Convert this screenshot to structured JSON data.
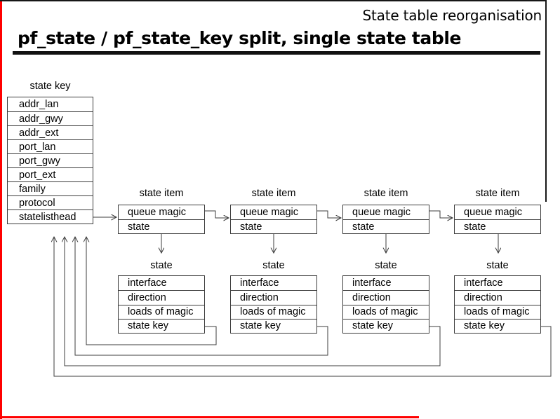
{
  "slide": {
    "corner_title": "State table reorganisation",
    "title": "pf_state / pf_state_key split, single state table"
  },
  "diagram": {
    "state_key": {
      "label": "state key",
      "rows": [
        "addr_lan",
        "addr_gwy",
        "addr_ext",
        "port_lan",
        "port_gwy",
        "port_ext",
        "family",
        "protocol",
        "statelisthead"
      ]
    },
    "state_items": {
      "label": "state item",
      "rows": [
        "queue magic",
        "state"
      ]
    },
    "states": {
      "label": "state",
      "rows": [
        "interface",
        "direction",
        "loads of magic",
        "state key"
      ]
    }
  },
  "colors": {
    "frame_red": "#ff0000",
    "frame_black": "#161616",
    "diagram_line": "#3c3c3c",
    "background": "#ffffff"
  }
}
